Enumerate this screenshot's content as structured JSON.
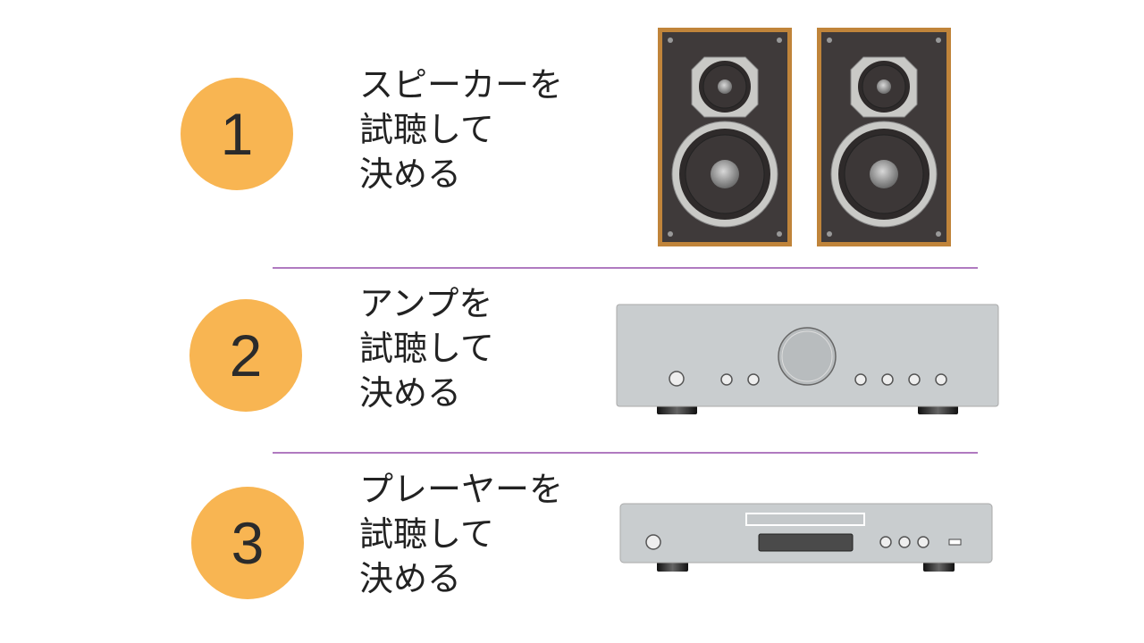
{
  "colors": {
    "badge": "#F8B552",
    "divider": "#B07AC0"
  },
  "steps": [
    {
      "number": "1",
      "lines": [
        "スピーカーを",
        "試聴して",
        "決める"
      ],
      "illustration": "speakers"
    },
    {
      "number": "2",
      "lines": [
        "アンプを",
        "試聴して",
        "決める"
      ],
      "illustration": "amplifier"
    },
    {
      "number": "3",
      "lines": [
        "プレーヤーを",
        "試聴して",
        "決める"
      ],
      "illustration": "player"
    }
  ]
}
